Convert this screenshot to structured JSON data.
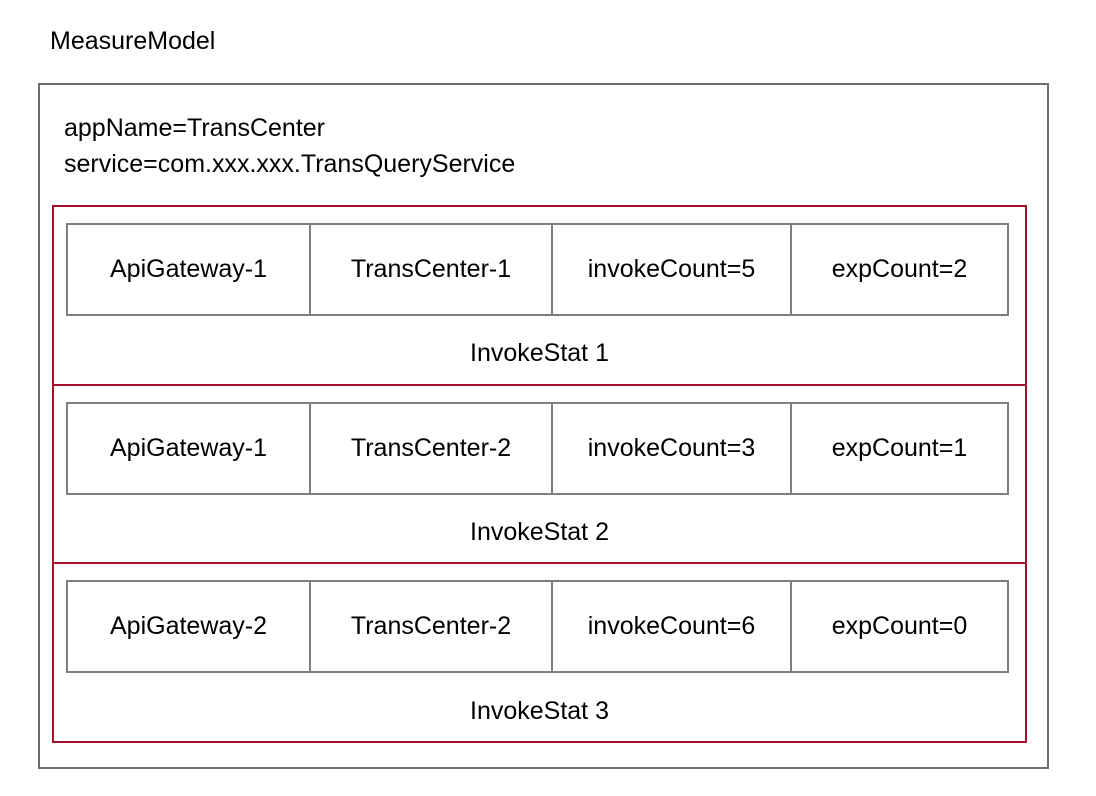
{
  "diagram": {
    "title": "MeasureModel",
    "model": {
      "app_name_line": "appName=TransCenter",
      "service_line": "service=com.xxx.xxx.TransQueryService"
    },
    "invoke_stats": [
      {
        "label": "InvokeStat 1",
        "cells": [
          "ApiGateway-1",
          "TransCenter-1",
          "invokeCount=5",
          "expCount=2"
        ]
      },
      {
        "label": "InvokeStat 2",
        "cells": [
          "ApiGateway-1",
          "TransCenter-2",
          "invokeCount=3",
          "expCount=1"
        ]
      },
      {
        "label": "InvokeStat 3",
        "cells": [
          "ApiGateway-2",
          "TransCenter-2",
          "invokeCount=6",
          "expCount=0"
        ]
      }
    ],
    "colors": {
      "background": "#ffffff",
      "text": "#000000",
      "outer_border": "#6e6e6e",
      "cell_border": "#7f7f7f",
      "stat_border": "#a50f28"
    }
  }
}
